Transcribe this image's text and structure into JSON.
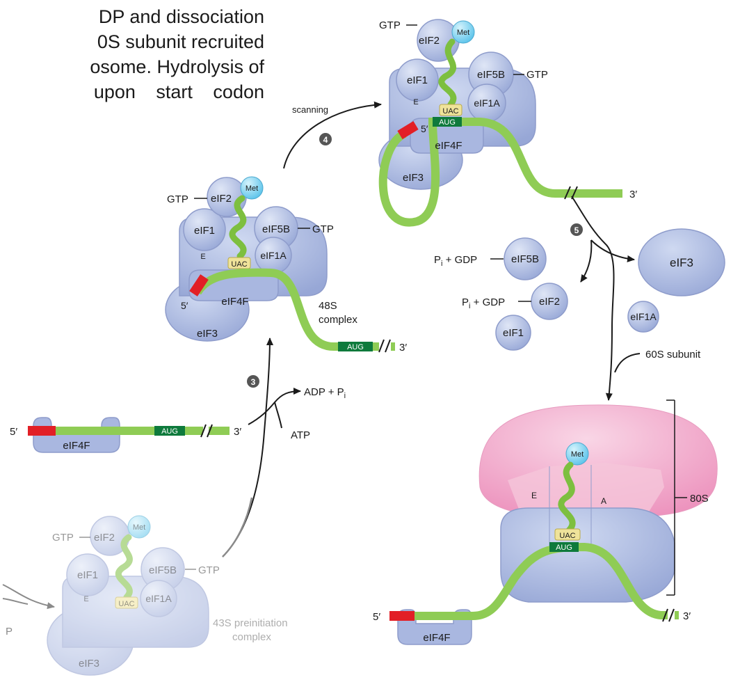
{
  "caption": {
    "line1": "DP and dissociation",
    "line2": "0S subunit recruited",
    "line3": "osome. Hydrolysis of",
    "line4": "upon start codon"
  },
  "labels": {
    "gtp": "GTP",
    "eif2": "eIF2",
    "eif1": "eIF1",
    "eif5b": "eIF5B",
    "eif1a": "eIF1A",
    "eif3": "eIF3",
    "eif4f": "eIF4F",
    "met": "Met",
    "uac": "UAC",
    "aug": "AUG",
    "e_site": "E",
    "a_site": "A",
    "five_prime": "5′",
    "three_prime": "3′",
    "scanning": "scanning",
    "step3": "3",
    "step4": "4",
    "step5": "5",
    "adp_pi": "ADP + P",
    "pi_sub": "i",
    "atp": "ATP",
    "complex_48s_line1": "48S",
    "complex_48s_line2": "complex",
    "complex_43s_line1": "43S preinitiation",
    "complex_43s_line2": "complex",
    "pi_gdp": "P",
    "pi_gdp_rest": " + GDP",
    "subunit_60s": "60S subunit",
    "ribo_80s": "80S",
    "edge_p": "P"
  },
  "colors": {
    "protein_blue": "#b9c6e6",
    "protein_stroke": "#8e9ccb",
    "mrna_green": "#8fcc55",
    "cap_red": "#e21f26",
    "aug_dark_green": "#0e7a3c",
    "uac_yellow": "#efe39a",
    "trna_green": "#7dbf3f",
    "met_blue": "#7fd3f0",
    "subunit_pink": "#f0a8c8",
    "step_badge": "#555555"
  }
}
